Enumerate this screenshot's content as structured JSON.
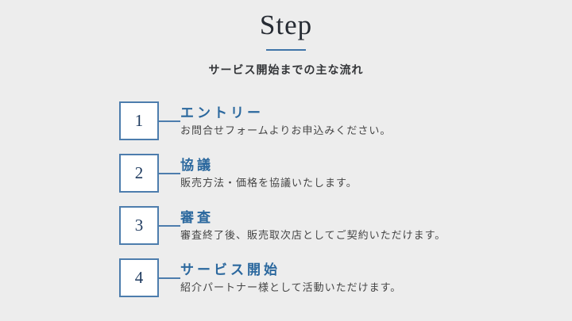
{
  "header": {
    "title": "Step",
    "subtitle": "サービス開始までの主な流れ"
  },
  "steps": [
    {
      "number": "1",
      "title": "エントリー",
      "description": "お問合せフォームよりお申込みください。"
    },
    {
      "number": "2",
      "title": "協議",
      "description": "販売方法・価格を協議いたします。"
    },
    {
      "number": "3",
      "title": "審査",
      "description": "審査終了後、販売取次店としてご契約いただけます。"
    },
    {
      "number": "4",
      "title": "サービス開始",
      "description": "紹介パートナー様として活動いただけます。"
    }
  ],
  "colors": {
    "background": "#ededed",
    "accent_rule_blue": "#3f74a8",
    "box_border_blue": "#4d7dad",
    "step_title_blue": "#2b689e",
    "number_navy": "#1e3a5f",
    "heading_dark": "#262b33",
    "body_text": "#454545"
  }
}
